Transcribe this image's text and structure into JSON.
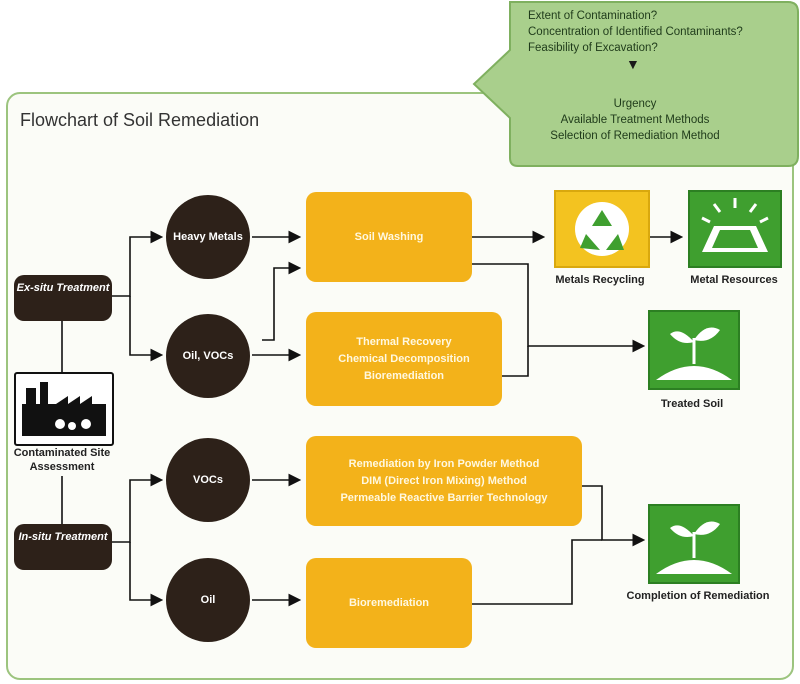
{
  "banner": {
    "questions": [
      "Extent of Contamination?",
      "Concentration of Identified Contaminants?",
      "Feasibility of Excavation?"
    ],
    "criteria": [
      "Urgency",
      "Available Treatment Methods",
      "Selection of Remediation Method"
    ]
  },
  "title": "Flowchart of Soil Remediation",
  "ex_situ": "Ex-situ Treatment",
  "in_situ": "In-situ Treatment",
  "site_assessment": "Contaminated Site Assessment",
  "contaminants": {
    "heavy_metals": "Heavy Metals",
    "oil_vocs": "Oil, VOCs",
    "vocs": "VOCs",
    "oil": "Oil"
  },
  "methods": {
    "soil_washing": "Soil Washing",
    "thermal": [
      "Thermal Recovery",
      "Chemical Decomposition",
      "Bioremediation"
    ],
    "in_situ_methods": [
      "Remediation by Iron Powder Method",
      "DIM (Direct Iron Mixing) Method",
      "Permeable Reactive Barrier Technology"
    ],
    "bioremediation": "Bioremediation"
  },
  "outcomes": {
    "metals_recycling": "Metals Recycling",
    "metal_resources": "Metal Resources",
    "treated_soil": "Treated Soil",
    "completion": "Completion of Remediation"
  },
  "colors": {
    "dark": "#2d2119",
    "amber": "#f3b21a",
    "green": "#3f9f2f",
    "light_green": "#a9cf8c"
  },
  "icons": [
    "recycle-icon",
    "metal-ingot-icon",
    "sprout-icon",
    "factory-icon"
  ]
}
